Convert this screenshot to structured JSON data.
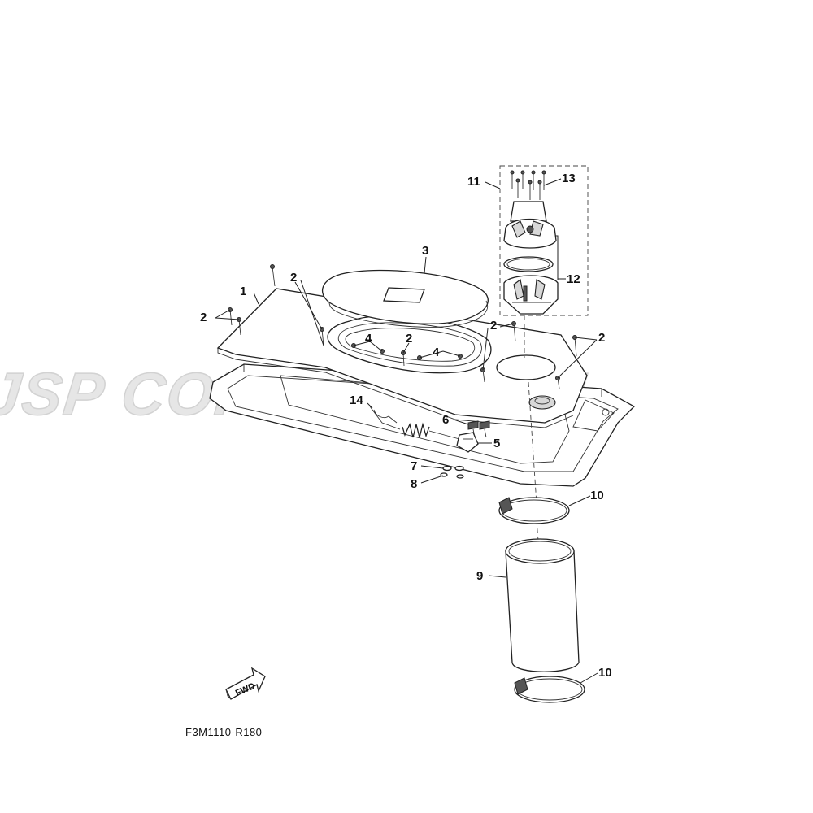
{
  "watermark": "JSP CORPORATION",
  "figure_code": "F3M1110-R180",
  "fwd_label": "FWD",
  "callouts": {
    "c1": "1",
    "c2a": "2",
    "c2b": "2",
    "c2c": "2",
    "c2d": "2",
    "c2e": "2",
    "c3": "3",
    "c4a": "4",
    "c4b": "4",
    "c5": "5",
    "c6": "6",
    "c7": "7",
    "c8": "8",
    "c9": "9",
    "c10a": "10",
    "c10b": "10",
    "c11": "11",
    "c12": "12",
    "c13": "13",
    "c14": "14"
  }
}
